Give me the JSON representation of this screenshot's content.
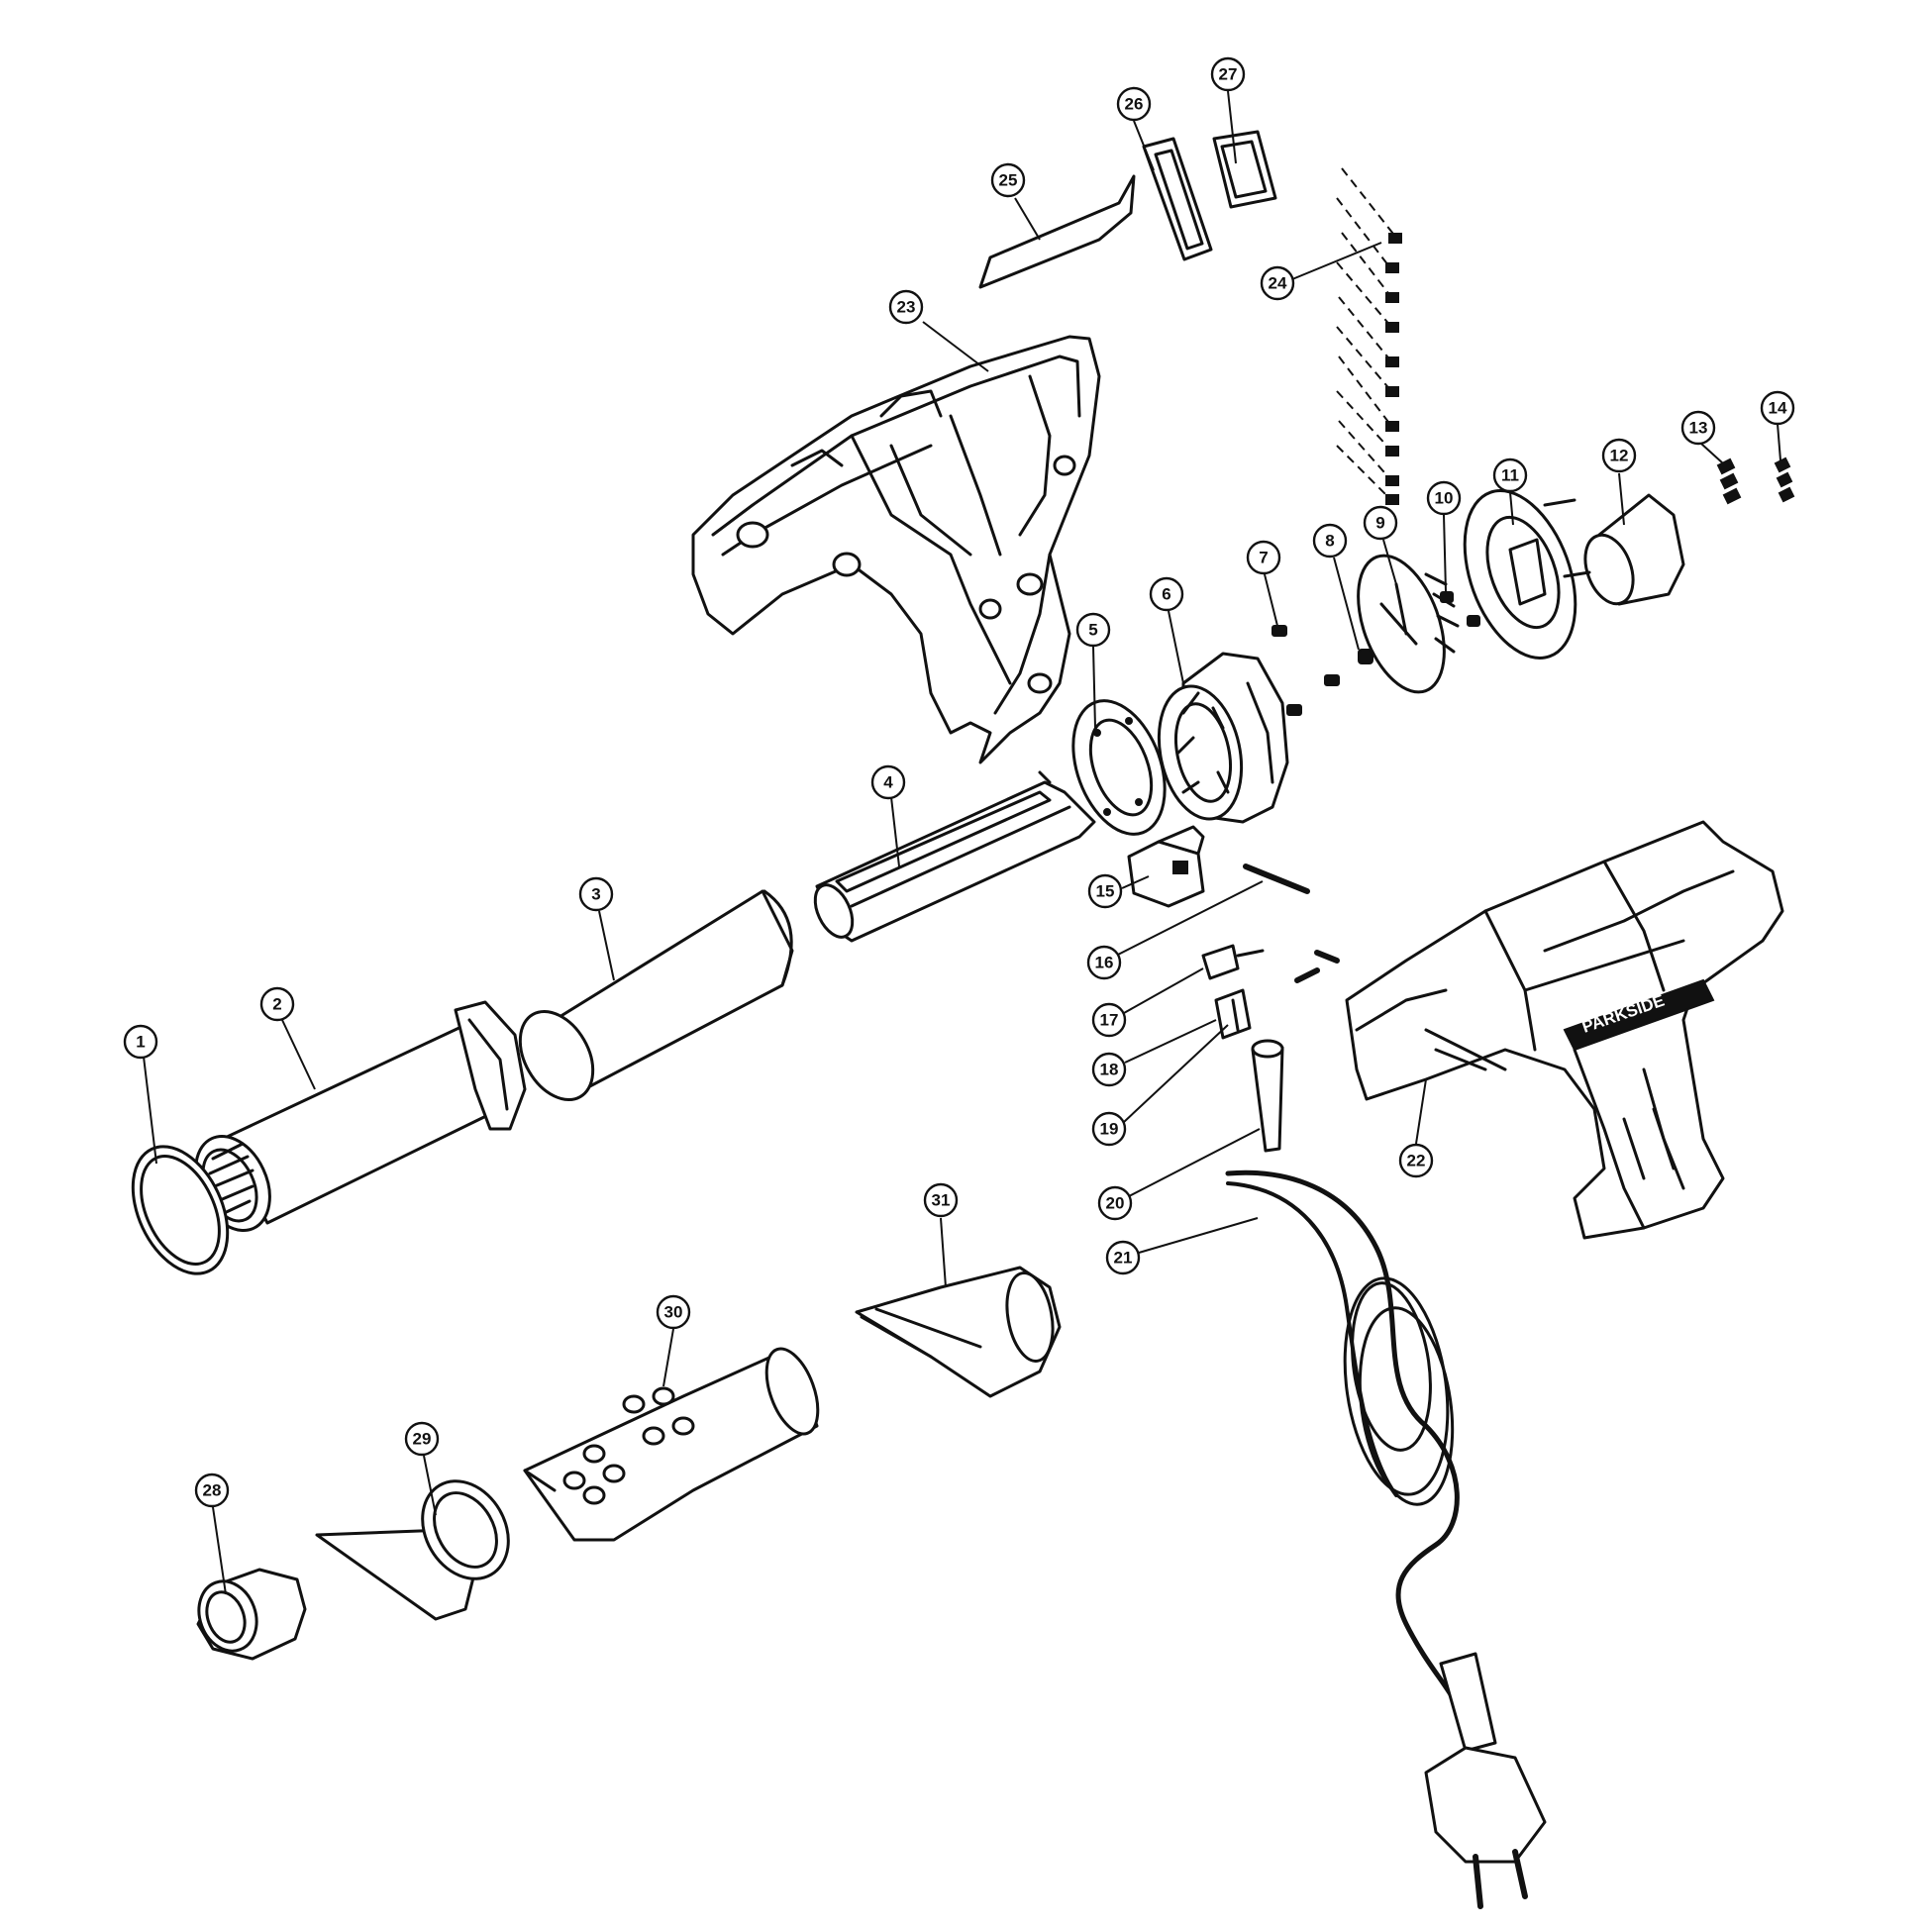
{
  "diagram": {
    "brand_label": "PARKSIDE",
    "parts": [
      {
        "id": "part-1",
        "label": "1"
      },
      {
        "id": "part-2",
        "label": "2"
      },
      {
        "id": "part-3",
        "label": "3"
      },
      {
        "id": "part-4",
        "label": "4"
      },
      {
        "id": "part-5",
        "label": "5"
      },
      {
        "id": "part-6",
        "label": "6"
      },
      {
        "id": "part-7",
        "label": "7"
      },
      {
        "id": "part-8",
        "label": "8"
      },
      {
        "id": "part-9",
        "label": "9"
      },
      {
        "id": "part-10",
        "label": "10"
      },
      {
        "id": "part-11",
        "label": "11"
      },
      {
        "id": "part-12",
        "label": "12"
      },
      {
        "id": "part-13",
        "label": "13"
      },
      {
        "id": "part-14",
        "label": "14"
      },
      {
        "id": "part-15",
        "label": "15"
      },
      {
        "id": "part-16",
        "label": "16"
      },
      {
        "id": "part-17",
        "label": "17"
      },
      {
        "id": "part-18",
        "label": "18"
      },
      {
        "id": "part-19",
        "label": "19"
      },
      {
        "id": "part-20",
        "label": "20"
      },
      {
        "id": "part-21",
        "label": "21"
      },
      {
        "id": "part-22",
        "label": "22"
      },
      {
        "id": "part-23",
        "label": "23"
      },
      {
        "id": "part-24",
        "label": "24"
      },
      {
        "id": "part-25",
        "label": "25"
      },
      {
        "id": "part-26",
        "label": "26"
      },
      {
        "id": "part-27",
        "label": "27"
      },
      {
        "id": "part-28",
        "label": "28"
      },
      {
        "id": "part-29",
        "label": "29"
      },
      {
        "id": "part-30",
        "label": "30"
      },
      {
        "id": "part-31",
        "label": "31"
      }
    ]
  }
}
